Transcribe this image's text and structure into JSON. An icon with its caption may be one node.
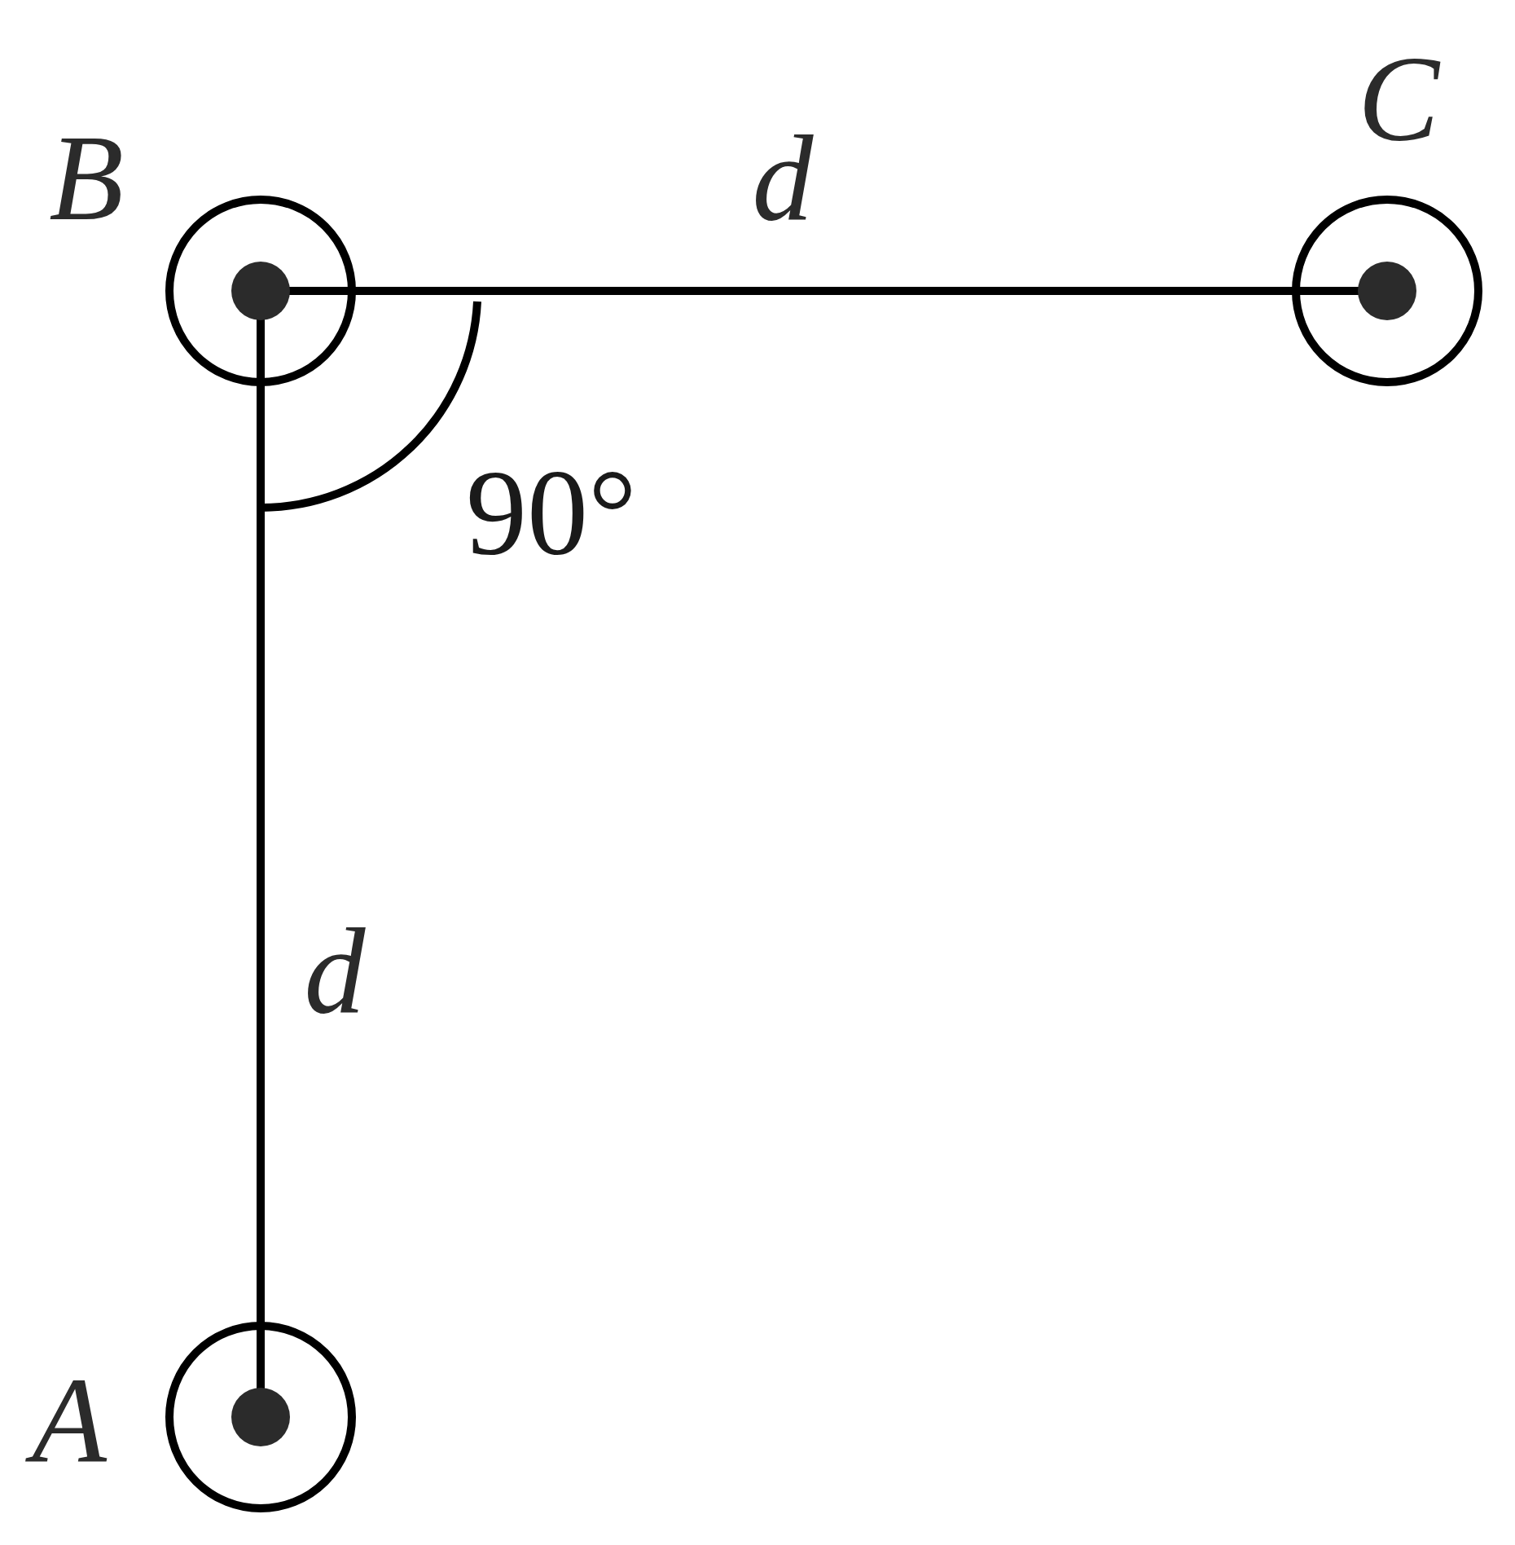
{
  "diagram": {
    "nodes": [
      {
        "text": [],
        "shape": "circle",
        "beside": [
          "B"
        ]
      },
      {
        "text": [],
        "shape": "circle",
        "beside": [
          "C"
        ]
      },
      {
        "text": [],
        "shape": "circle",
        "beside": [
          "A"
        ]
      }
    ],
    "edges": [
      {
        "from": 2,
        "to": 0,
        "arrow": "none",
        "label": "d"
      },
      {
        "from": 0,
        "to": 1,
        "arrow": "none",
        "label": "d"
      }
    ],
    "labels": [
      "90°"
    ]
  }
}
